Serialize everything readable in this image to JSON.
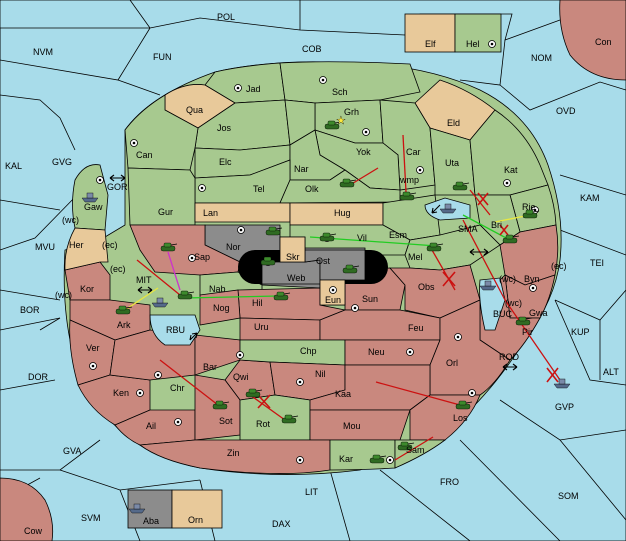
{
  "colors": {
    "sea": "#a8dcea",
    "green": "#a7c98f",
    "tan": "#e8c99a",
    "red": "#c9887e",
    "gray": "#8c8c8c",
    "black": "#000000",
    "move_green": "#22cc22",
    "move_yellow": "#e8e840",
    "move_magenta": "#cc33cc",
    "move_red": "#cc1111"
  },
  "sea_labels": {
    "POL": "POL",
    "COB": "COB",
    "NVM": "NVM",
    "FUN": "FUN",
    "NOM": "NOM",
    "Con": "Con",
    "OVD": "OVD",
    "KAL": "KAL",
    "GVG": "GVG",
    "KAM": "KAM",
    "GOR": "GOR",
    "MVU": "MVU",
    "TEI": "TEI",
    "BOR": "BOR",
    "MIT": "MIT",
    "SMA": "SMA",
    "KUP": "KUP",
    "RBU": "RBU",
    "BUC": "BUC",
    "ROD": "ROD",
    "DOR": "DOR",
    "ALT": "ALT",
    "GVP": "GVP",
    "GVA": "GVA",
    "FRO": "FRO",
    "SOM": "SOM",
    "LIT": "LIT",
    "SVM": "SVM",
    "DAX": "DAX",
    "Cow": "Cow"
  },
  "land_labels": {
    "Jad": "Jad",
    "Sch": "Sch",
    "Qua": "Qua",
    "Grh": "Grh",
    "Jos": "Jos",
    "Eld": "Eld",
    "Can": "Can",
    "Elc": "Elc",
    "Yok": "Yok",
    "Car": "Car",
    "Uta": "Uta",
    "Kat": "Kat",
    "Nar": "Nar",
    "Tel": "Tel",
    "Olk": "Olk",
    "Gaw": "Gaw",
    "Gur": "Gur",
    "Lan": "Lan",
    "Hug": "Hug",
    "Rie": "Rie",
    "Bri": "Bri",
    "Her": "Her",
    "Vil": "Vil",
    "Esm": "Esm",
    "Nor": "Nor",
    "Skr": "Skr",
    "Sap": "Sap",
    "Ost": "Ost",
    "Mel": "Mel",
    "Web": "Web",
    "Byn": "Byn",
    "Kor": "Kor",
    "Nab": "Nab",
    "Eun": "Eun",
    "Obs": "Obs",
    "Sun": "Sun",
    "Hil": "Hil",
    "Nog": "Nog",
    "Gwa": "Gwa",
    "Ark": "Ark",
    "Uru": "Uru",
    "Feu": "Feu",
    "Pir": "Pir",
    "Chp": "Chp",
    "Ver": "Ver",
    "Neu": "Neu",
    "Bar": "Bar",
    "Orl": "Orl",
    "Qwi": "Qwi",
    "Nil": "Nil",
    "Ken": "Ken",
    "Chr": "Chr",
    "Kaa": "Kaa",
    "Sot": "Sot",
    "Rot": "Rot",
    "Los": "Los",
    "Ail": "Ail",
    "Mou": "Mou",
    "Sam": "Sam",
    "Zin": "Zin",
    "Kar": "Kar",
    "Elf": "Elf",
    "Hel": "Hel",
    "Aba": "Aba",
    "Orn": "Orn"
  },
  "coast_labels": {
    "gaw_wc": "(wc)",
    "her_ec": "(ec)",
    "kor_ec": "(ec)",
    "kor_wc": "(wc)",
    "byn_wc": "(wc)",
    "byn_ec": "(ec)",
    "gwa_wc": "(wc)"
  },
  "unit_labels": {
    "wmp": "wmp"
  }
}
